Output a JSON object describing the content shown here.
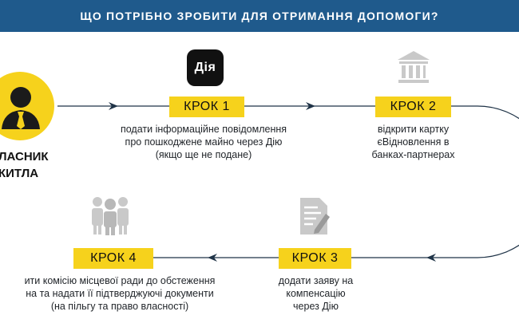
{
  "header": {
    "title": "ЩО ПОТРІБНО ЗРОБИТИ ДЛЯ ОТРИМАННЯ ДОПОМОГИ?"
  },
  "owner": {
    "label": "ЛАСНИК\nКИТЛА"
  },
  "diia_logo": {
    "text": "Дія"
  },
  "steps": [
    {
      "label": "КРОК 1",
      "description": "подати інформаційне повідомлення\nпро пошкоджене майно через Дію\n(якщо ще не подане)"
    },
    {
      "label": "КРОК 2",
      "description": "відкрити картку\nєВідновлення в\nбанках-партнерах"
    },
    {
      "label": "КРОК 3",
      "description": "додати заяву на\nкомпенсацію\nчерез Дію"
    },
    {
      "label": "КРОК 4",
      "description": "ити комісію місцевої ради до обстеження\nна та надати її підтверджуючі документи\n(на пільгу та право власності)"
    }
  ],
  "colors": {
    "header": "#1f5a8c",
    "accent": "#f6d21c",
    "icon": "#c9c9c9",
    "line": "#1f3347"
  },
  "icons": {
    "owner": "person-tie-icon",
    "step1": "diia-app-icon",
    "step2": "bank-icon",
    "step3": "document-edit-icon",
    "step4": "group-people-icon"
  }
}
